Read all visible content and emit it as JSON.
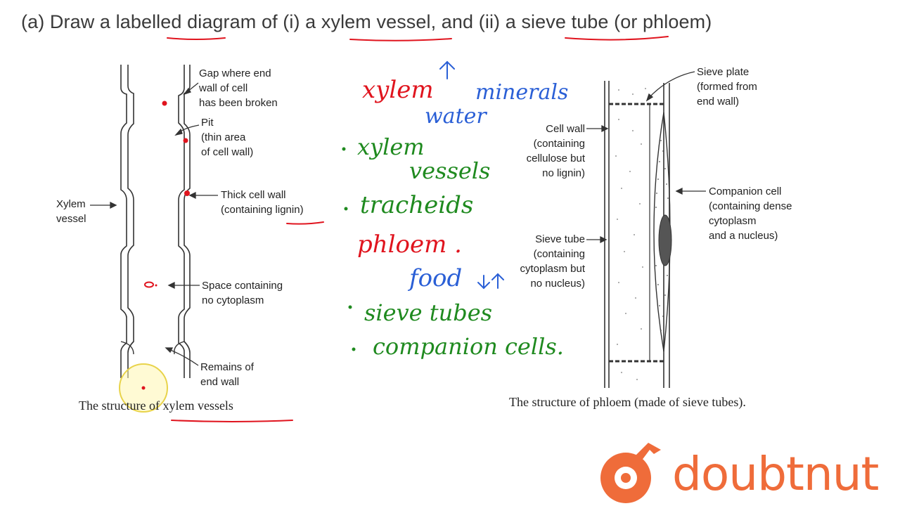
{
  "question": "(a) Draw a labelled diagram of (i) a xylem vessel, and (ii) a sieve tube (or phloem)",
  "xylem_diagram": {
    "labels": {
      "gap": [
        "Gap where end",
        "wall of cell",
        "has been broken"
      ],
      "pit": [
        "Pit",
        "(thin area",
        "of cell wall)"
      ],
      "thick_wall": [
        "Thick cell wall",
        "(containing lignin)"
      ],
      "xylem_vessel": [
        "Xylem",
        "vessel"
      ],
      "space": [
        "Space containing",
        "no cytoplasm"
      ],
      "remains": [
        "Remains of",
        "end wall"
      ]
    },
    "caption": "The structure of xylem vessels"
  },
  "phloem_diagram": {
    "labels": {
      "sieve_plate": [
        "Sieve plate",
        "(formed from",
        "end wall)"
      ],
      "cell_wall": [
        "Cell wall",
        "(containing",
        "cellulose but",
        "no lignin)"
      ],
      "companion_cell": [
        "Companion cell",
        "(containing dense",
        "cytoplasm",
        "and a nucleus)"
      ],
      "sieve_tube": [
        "Sieve tube",
        "(containing",
        "cytoplasm but",
        "no nucleus)"
      ]
    },
    "caption": "The structure of phloem (made of sieve tubes)."
  },
  "handwritten_notes": {
    "xylem": "xylem",
    "minerals": "minerals",
    "water": "water",
    "xylem_vessels_1": "xylem",
    "xylem_vessels_2": "vessels",
    "tracheids": "tracheids",
    "phloem": "phloem .",
    "food": "food",
    "sieve_tubes": "sieve tubes",
    "companion_cells": "companion cells."
  },
  "brand": {
    "name": "doubtnut",
    "color": "#ef6c3a"
  },
  "colors": {
    "ink_red": "#e0141e",
    "ink_blue": "#2a5fd6",
    "ink_green": "#1f8a1f"
  }
}
